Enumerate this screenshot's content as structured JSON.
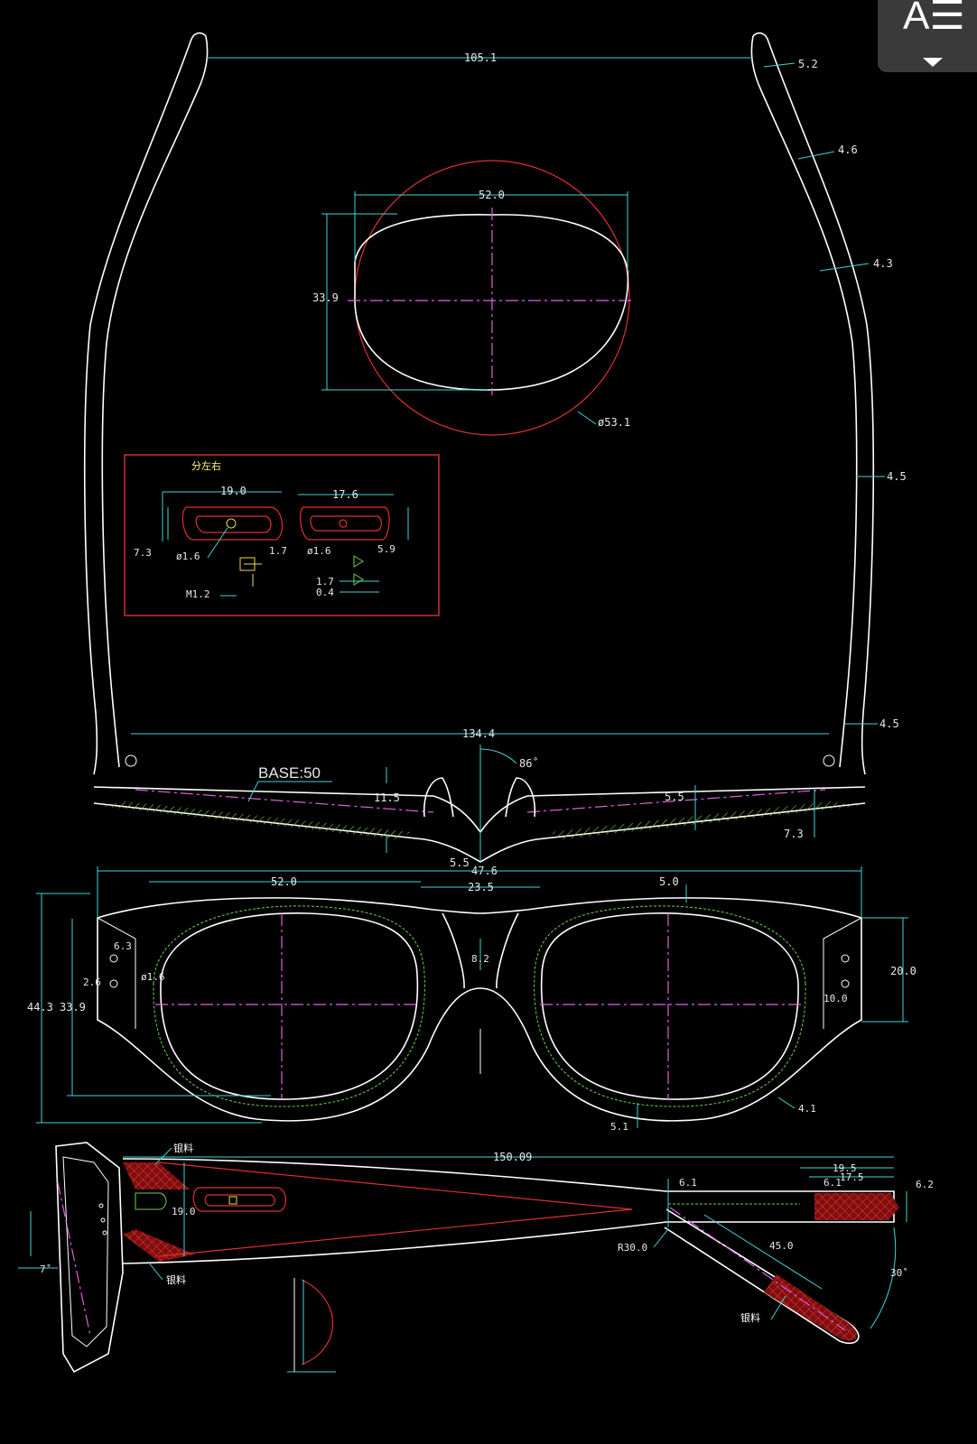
{
  "toolbar": {
    "reader_button_label": "A☰",
    "reader_icon": "reader-view-icon"
  },
  "top_view": {
    "dims": {
      "width_105": "105.1",
      "d52_2": "5.2",
      "d46": "4.6",
      "d43": "4.3",
      "d45a": "4.5",
      "d45b": "4.5",
      "lens_w": "52.0",
      "lens_h": "33.9",
      "circle_d": "ø53.1",
      "d1344": "134.4",
      "d86": "86˚",
      "d115": "11.5",
      "d55": "5.5",
      "d73": "7.3",
      "d55b": "5.5",
      "d476": "47.6"
    },
    "base_label": "BASE:50"
  },
  "hinge_box": {
    "title": "分左右",
    "dims": {
      "w19": "19.0",
      "w176": "17.6",
      "h73": "7.3",
      "dia1": "ø1.6",
      "t17": "1.7",
      "dia2": "ø1.6",
      "h59": "5.9",
      "m12": "M1.2",
      "b17": "1.7",
      "b04": "0.4"
    }
  },
  "front_view": {
    "dims": {
      "lens_w": "52.0",
      "bridge": "23.5",
      "d50": "5.0",
      "d63": "6.3",
      "d26": "2.6",
      "dia16": "ø1.6",
      "d82": "8.2",
      "h443": "44.3",
      "h339": "33.9",
      "h200": "20.0",
      "d100": "10.0",
      "d41": "4.1",
      "d51": "5.1"
    }
  },
  "side_view": {
    "dims": {
      "len": "150.09",
      "d61": "6.1",
      "d195": "19.5",
      "d175": "17.5",
      "d61b": "6.1",
      "d62": "6.2",
      "d190": "19.0",
      "r300": "R30.0",
      "d450": "45.0",
      "a30": "30˚",
      "a7": "7˚"
    },
    "labels": {
      "mat1": "银料",
      "mat2": "银料",
      "mat3": "银料"
    }
  }
}
